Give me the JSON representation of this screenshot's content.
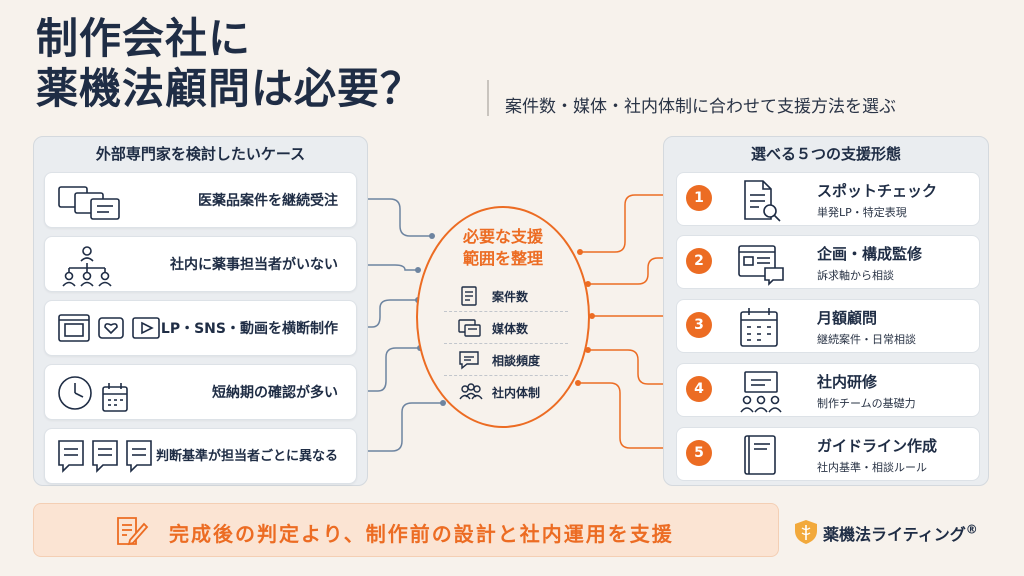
{
  "title": {
    "line1": "制作会社に",
    "line2": "薬機法顧問は必要？"
  },
  "subtitle": "案件数・媒体・社内体制に合わせて支援方法を選ぶ",
  "left_panel": {
    "title": "外部専門家を検討したいケース",
    "cases": [
      {
        "label": "医薬品案件を継続受注",
        "icon": "documents-stack-icon"
      },
      {
        "label": "社内に薬事担当者がいない",
        "icon": "org-chart-icon"
      },
      {
        "label": "LP・SNS・動画を横断制作",
        "icon": "media-icons"
      },
      {
        "label": "短納期の確認が多い",
        "icon": "clock-calendar-icon"
      },
      {
        "label": "判断基準が担当者ごとに異なる",
        "icon": "chat-bubbles-icon"
      }
    ]
  },
  "center": {
    "title_line1": "必要な支援",
    "title_line2": "範囲を整理",
    "items": [
      {
        "label": "案件数",
        "icon": "document-icon"
      },
      {
        "label": "媒体数",
        "icon": "media-window-icon"
      },
      {
        "label": "相談頻度",
        "icon": "chat-icon"
      },
      {
        "label": "社内体制",
        "icon": "people-icon"
      }
    ]
  },
  "right_panel": {
    "title": "選べる５つの支援形態",
    "options": [
      {
        "num": "1",
        "title": "スポットチェック",
        "sub": "単発LP・特定表現",
        "icon": "document-search-icon"
      },
      {
        "num": "2",
        "title": "企画・構成監修",
        "sub": "訴求軸から相談",
        "icon": "layout-chat-icon"
      },
      {
        "num": "3",
        "title": "月額顧問",
        "sub": "継続案件・日常相談",
        "icon": "calendar-icon"
      },
      {
        "num": "4",
        "title": "社内研修",
        "sub": "制作チームの基礎力",
        "icon": "presentation-icon"
      },
      {
        "num": "5",
        "title": "ガイドライン作成",
        "sub": "社内基準・相談ルール",
        "icon": "book-icon"
      }
    ]
  },
  "banner": {
    "text": "完成後の判定より、制作前の設計と社内運用を支援",
    "icon": "edit-document-icon"
  },
  "brand": {
    "name": "薬機法ライティング",
    "mark": "®",
    "icon": "shield-caduceus-icon"
  },
  "colors": {
    "accent": "#ec6c23",
    "navy": "#1f2d45",
    "line": "#6d84a0",
    "background": "#f7f2ec"
  }
}
